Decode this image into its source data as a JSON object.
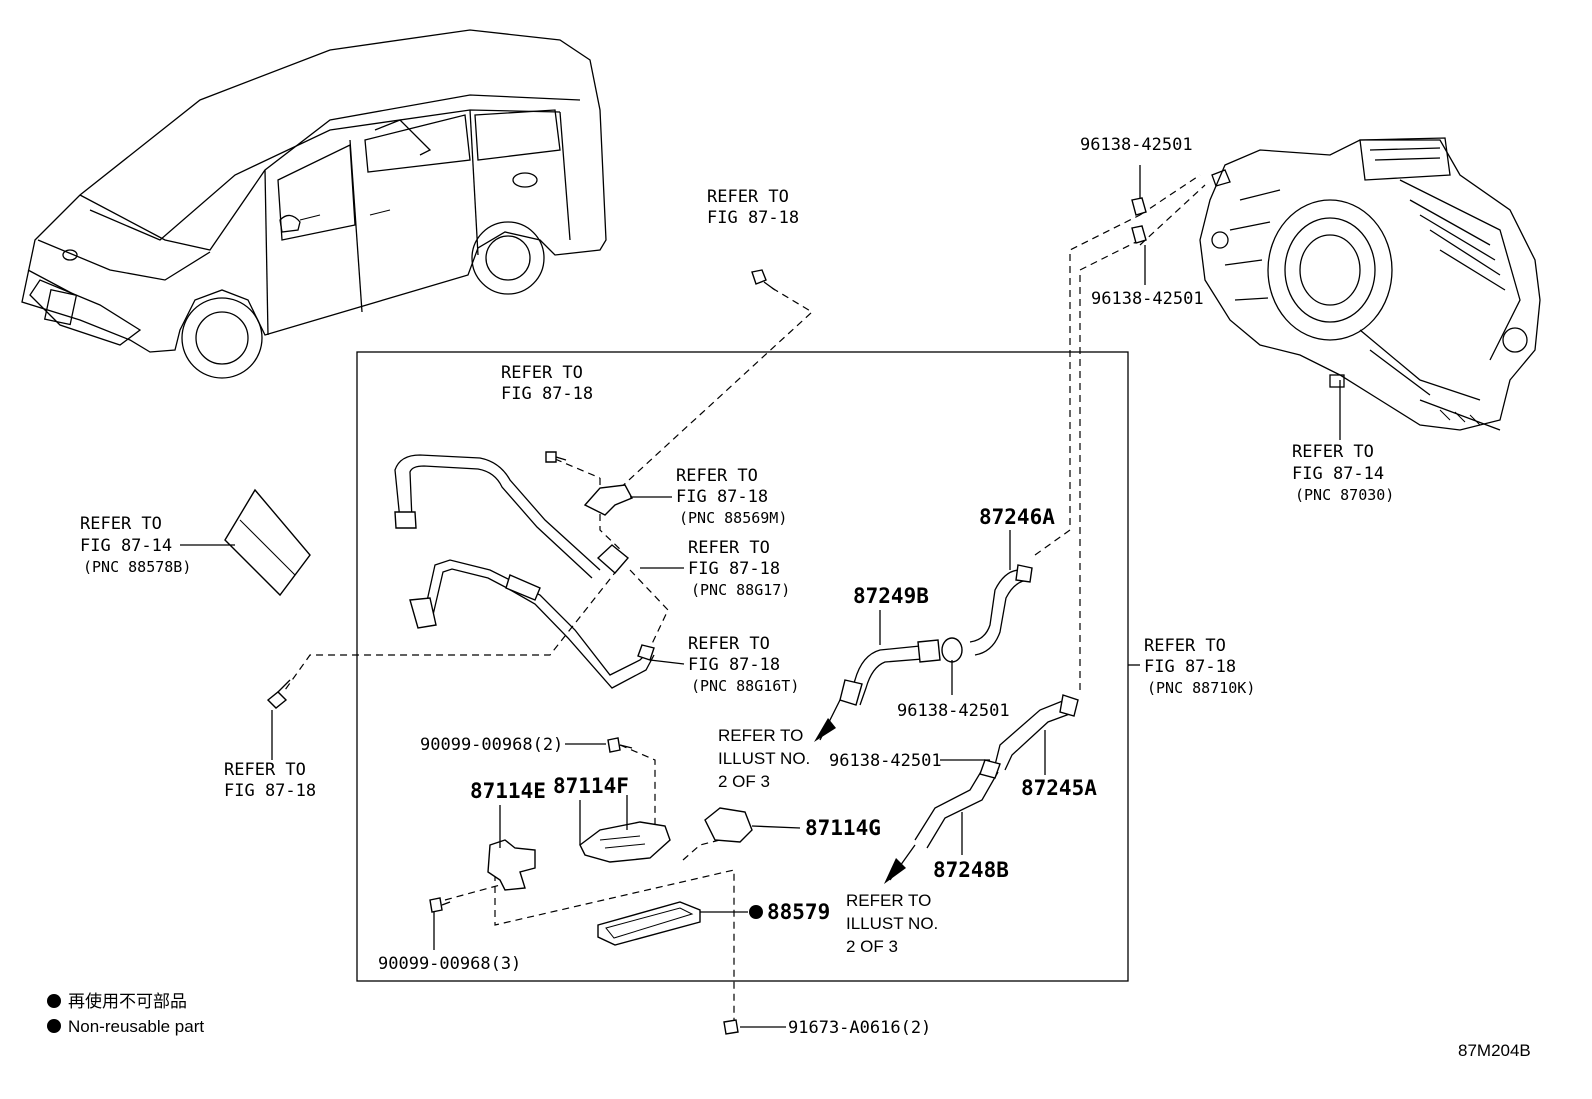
{
  "diagram_code": "87M204B",
  "legend": {
    "line1": "再使用不可部品",
    "line2": "Non-reusable part"
  },
  "refs": {
    "r1": [
      "REFER TO",
      "FIG 87-18"
    ],
    "r2": [
      "REFER TO",
      "FIG 87-18"
    ],
    "r3": [
      "REFER TO",
      "FIG 87-18",
      "(PNC 88569M)"
    ],
    "r4": [
      "REFER TO",
      "FIG 87-18",
      "(PNC 88G17)"
    ],
    "r5": [
      "REFER TO",
      "FIG 87-18",
      "(PNC 88G16T)"
    ],
    "r6": [
      "REFER TO",
      "FIG 87-14",
      "(PNC 88578B)"
    ],
    "r7": [
      "REFER TO",
      "FIG 87-18"
    ],
    "r8": [
      "REFER TO",
      "FIG 87-14",
      "(PNC 87030)"
    ],
    "r9": [
      "REFER TO",
      "FIG 87-18",
      "(PNC 88710K)"
    ],
    "illust1": [
      "REFER TO",
      "ILLUST NO.",
      "2 OF 3"
    ],
    "illust2": [
      "REFER TO",
      "ILLUST NO.",
      "2 OF 3"
    ]
  },
  "parts": {
    "p96138_top": "96138-42501",
    "p96138_mid": "96138-42501",
    "p96138_clamp": "96138-42501",
    "p96138_hose": "96138-42501",
    "p87246A": "87246A",
    "p87249B": "87249B",
    "p87245A": "87245A",
    "p87248B": "87248B",
    "p87114E": "87114E",
    "p87114F": "87114F",
    "p87114G": "87114G",
    "p88579": "88579",
    "p90099_2": "90099-00968(2)",
    "p90099_3": "90099-00968(3)",
    "p91673": "91673-A0616(2)"
  }
}
